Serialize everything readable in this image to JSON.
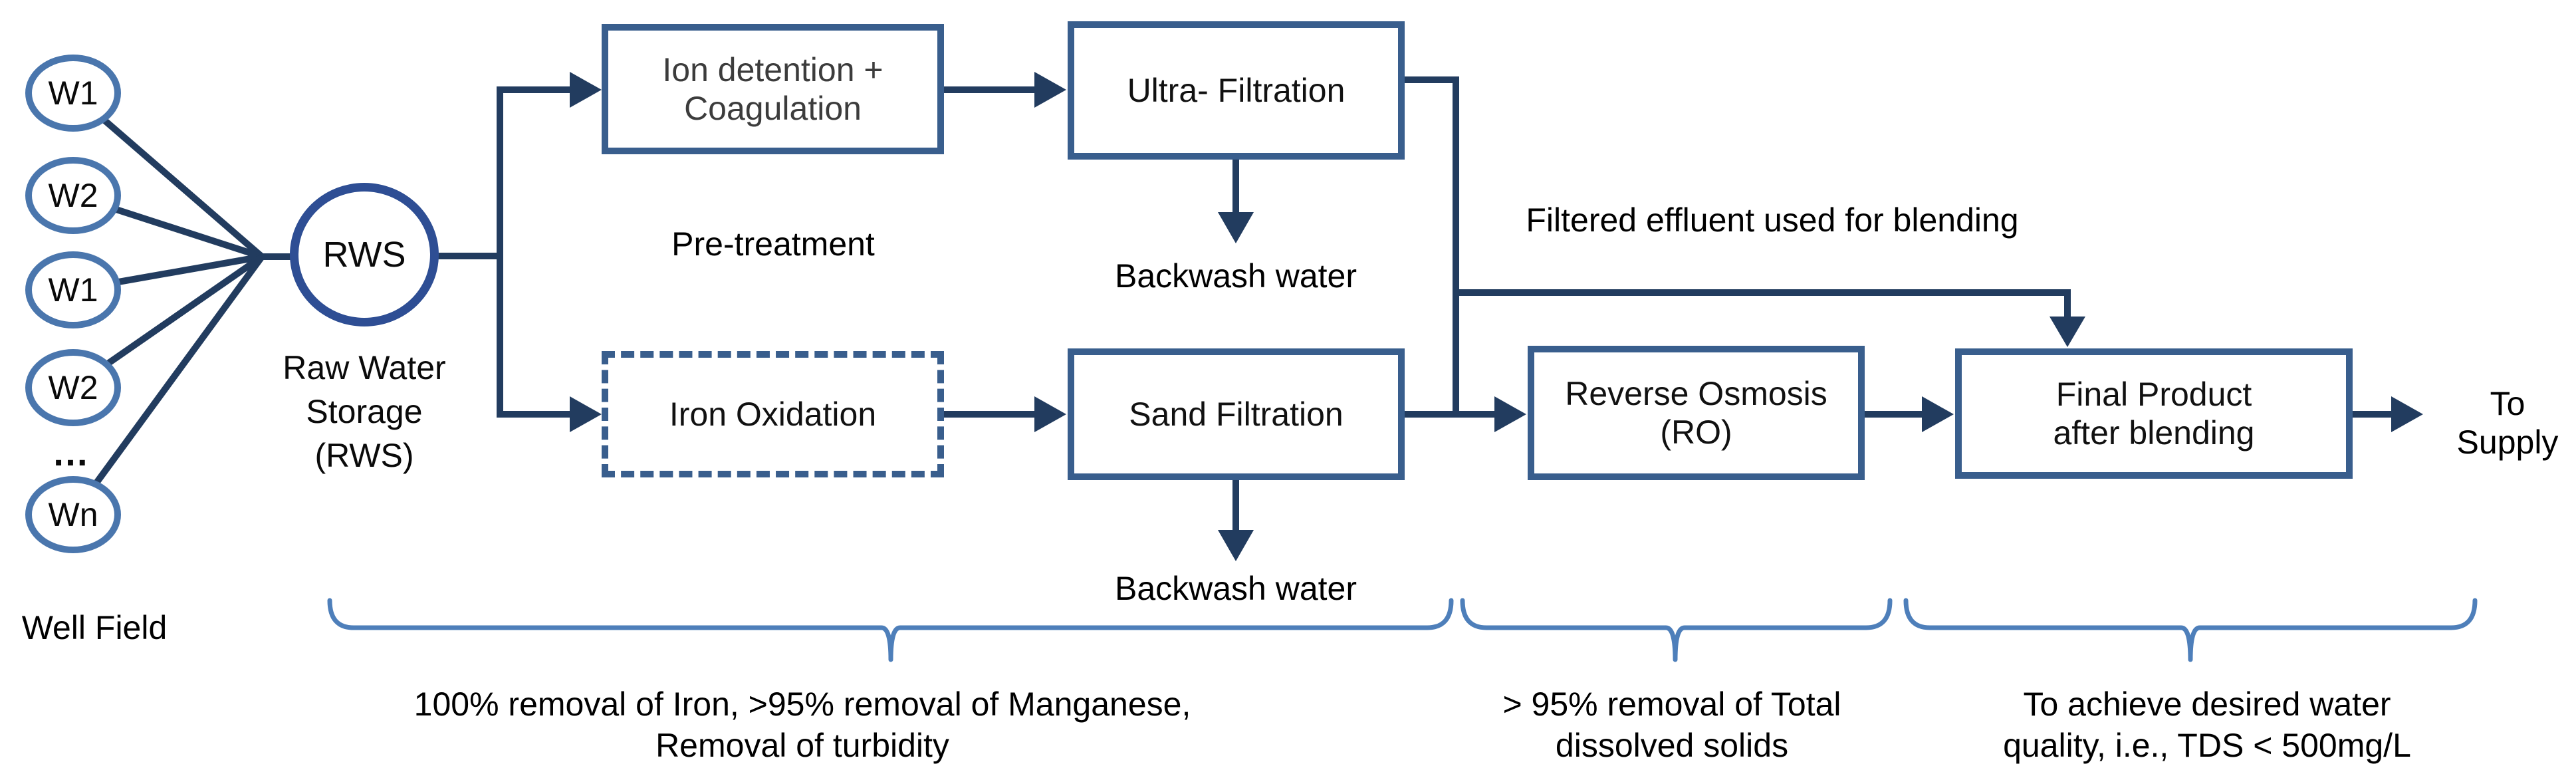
{
  "wells": {
    "items": [
      "W1",
      "W2",
      "W1",
      "W2",
      "Wn"
    ],
    "dots": "…",
    "field_label": "Well Field"
  },
  "rws": {
    "label": "RWS",
    "caption": [
      "Raw Water",
      "Storage",
      "(RWS)"
    ]
  },
  "boxes": {
    "ion_detention": {
      "lines": [
        "Ion detention +",
        "Coagulation"
      ]
    },
    "ultra_filtration": {
      "label": "Ultra- Filtration"
    },
    "iron_oxidation": {
      "label": "Iron Oxidation"
    },
    "sand_filtration": {
      "label": "Sand Filtration"
    },
    "reverse_osmosis": {
      "lines": [
        "Reverse Osmosis",
        "(RO)"
      ]
    },
    "final_product": {
      "lines": [
        "Final Product",
        "after blending"
      ]
    }
  },
  "labels": {
    "pretreatment": "Pre-treatment",
    "backwash_top": "Backwash water",
    "backwash_bottom": "Backwash water",
    "filtered_effluent": "Filtered effluent used for blending",
    "to_supply": [
      "To",
      "Supply"
    ]
  },
  "notes": {
    "pretreatment": [
      "100% removal of Iron, >95% removal of Manganese,",
      "Removal of turbidity"
    ],
    "reverse_osmosis": [
      "> 95% removal of Total",
      "dissolved solids"
    ],
    "blending": [
      "To achieve desired water",
      "quality, i.e., TDS < 500mg/L"
    ]
  },
  "colors": {
    "well_stroke": "#4A76AD",
    "rws_stroke": "#2E4E94",
    "box_border": "#395E8D",
    "connector": "#223C5F",
    "brace": "#4E7FBA"
  }
}
